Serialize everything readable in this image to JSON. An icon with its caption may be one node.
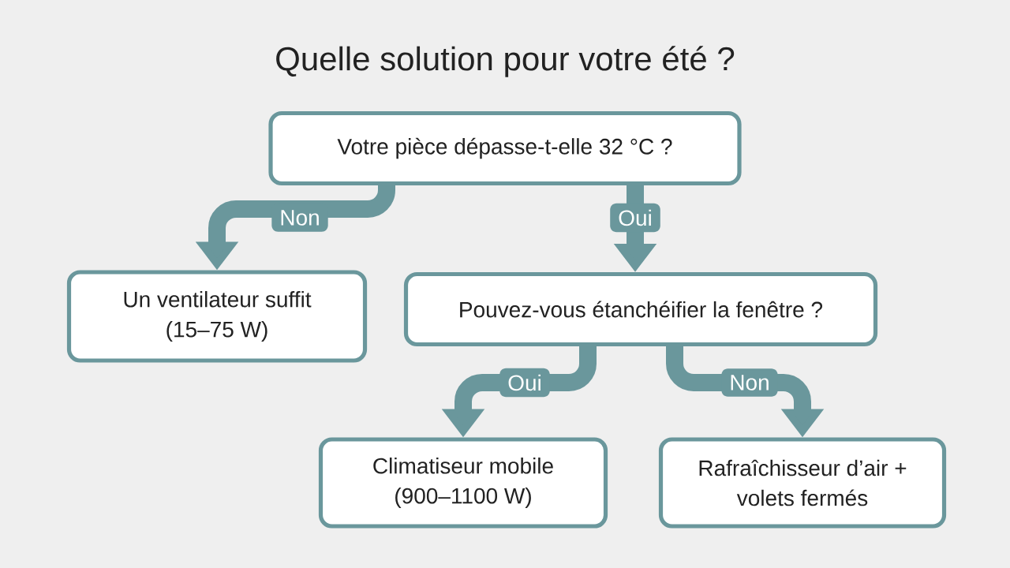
{
  "diagram": {
    "title": "Quelle solution pour votre été ?",
    "nodes": [
      {
        "text": [
          "Votre pièce dépasse-t-elle 32 °C ?"
        ]
      },
      {
        "text": [
          "Un ventilateur suffit (15–75 W)"
        ]
      },
      {
        "text": [
          "Pouvez-vous étanchéifier la fenêtre ?"
        ]
      },
      {
        "text": [
          "Climatiseur mobile (900–1100 W)"
        ]
      },
      {
        "text": [
          "Rafraîchisseur d’air + volets fermés"
        ]
      }
    ],
    "edges": [
      {
        "from": 0,
        "to": 1,
        "arrow": "to",
        "label": "Non"
      },
      {
        "from": 0,
        "to": 2,
        "arrow": "to",
        "label": "Oui"
      },
      {
        "from": 2,
        "to": 3,
        "arrow": "to",
        "label": "Oui"
      },
      {
        "from": 2,
        "to": 4,
        "arrow": "to",
        "label": "Non"
      }
    ]
  }
}
